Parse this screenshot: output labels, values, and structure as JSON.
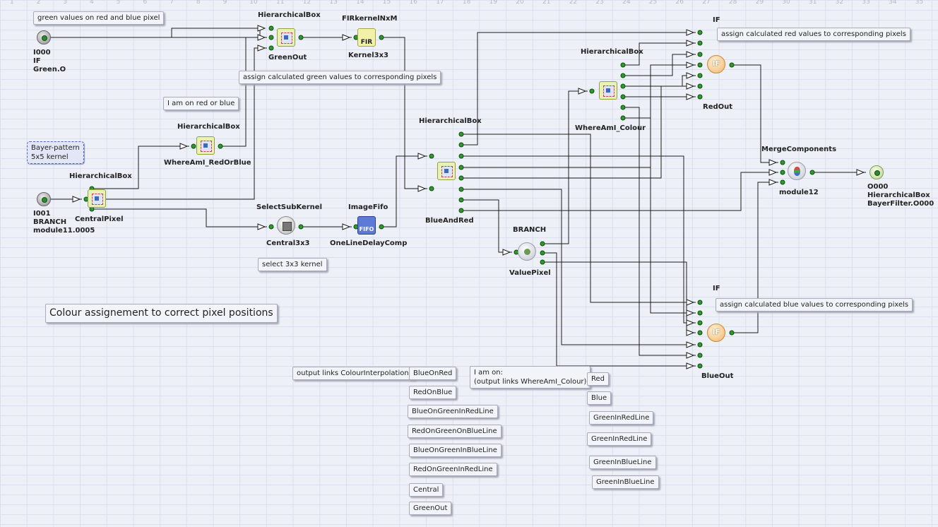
{
  "ruler": [
    "1",
    "2",
    "3",
    "4",
    "5",
    "6",
    "7",
    "8",
    "9",
    "10",
    "11",
    "12",
    "13",
    "14",
    "15",
    "16",
    "17",
    "18",
    "19",
    "20",
    "21",
    "22",
    "23",
    "24",
    "25",
    "26",
    "27",
    "28",
    "29",
    "30",
    "31",
    "32",
    "33",
    "34",
    "35"
  ],
  "blocks": {
    "greenout": {
      "title": "HierarchicalBox",
      "name": "GreenOut",
      "icon": "hierarchical-box-icon"
    },
    "kernel3x3": {
      "title": "FIRkernelNxM",
      "name": "Kernel3x3",
      "icon": "fir-icon",
      "icon_text": "FIR"
    },
    "redorblue": {
      "title": "HierarchicalBox",
      "name": "WhereAmI_RedOrBlue",
      "icon": "hierarchical-box-icon"
    },
    "centralpixel": {
      "title": "HierarchicalBox",
      "name": "CentralPixel",
      "icon": "hierarchical-box-icon"
    },
    "central3x3": {
      "title": "SelectSubKernel",
      "name": "Central3x3",
      "icon": "select-subkernel-icon"
    },
    "onelinedelay": {
      "title": "ImageFifo",
      "name": "OneLineDelayComp",
      "icon": "fifo-icon",
      "icon_text": "FIFO"
    },
    "blueandred": {
      "title": "HierarchicalBox",
      "name": "BlueAndRed",
      "icon": "hierarchical-box-icon"
    },
    "valuepixel": {
      "title": "BRANCH",
      "name": "ValuePixel",
      "icon": "branch-icon"
    },
    "colour": {
      "title": "HierarchicalBox",
      "name": "WhereAmI_Colour",
      "icon": "hierarchical-box-icon"
    },
    "redout": {
      "title": "IF",
      "name": "RedOut",
      "icon": "if-icon",
      "icon_text": "IF"
    },
    "blueout": {
      "title": "IF",
      "name": "BlueOut",
      "icon": "if-icon",
      "icon_text": "IF"
    },
    "module12": {
      "title": "MergeComponents",
      "name": "module12",
      "icon": "merge-icon"
    }
  },
  "ports": {
    "i000": {
      "lines": [
        "I000",
        "IF",
        "Green.O"
      ]
    },
    "i001": {
      "lines": [
        "I001",
        "BRANCH",
        "module11.0005"
      ]
    },
    "o000": {
      "lines": [
        "O000",
        "HierarchicalBox",
        "BayerFilter.O000"
      ]
    }
  },
  "notes": {
    "green_values": "green values on red and blue pixel",
    "assign_green": "assign calculated green values to corresponding pixels",
    "red_or_blue": "I am on red or blue",
    "bayer": "Bayer-pattern\n5x5 kernel",
    "select3x3": "select 3x3 kernel",
    "colour_assign": "Colour assignement to correct pixel positions",
    "assign_red": "assign calculated red values to corresponding pixels",
    "assign_blue": "assign calculated blue values to corresponding pixels",
    "output_links": "output links ColourInterpolation:",
    "i_am_on": "I am on:\n(output links WhereAmI_Colour)",
    "ci_links": [
      "BlueOnRed",
      "RedOnBlue",
      "BlueOnGreenInRedLine",
      "RedOnGreenOnBlueLine",
      "BlueOnGreenInBlueLine",
      "RedOnGreenInRedLine",
      "Central",
      "GreenOut"
    ],
    "wc_links": [
      "Red",
      "Blue",
      "GreenInRedLine",
      "GreenInRedLine",
      "GreenInBlueLine",
      "GreenInBlueLine"
    ]
  }
}
